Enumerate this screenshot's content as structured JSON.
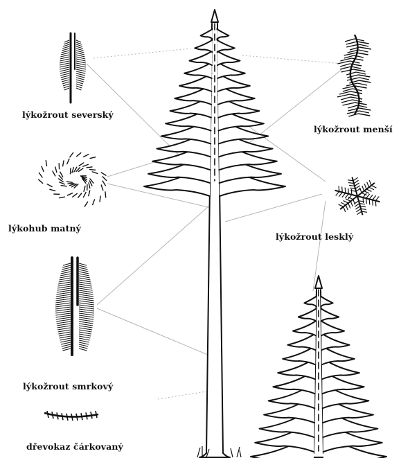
{
  "labels": {
    "beetle_1": "lýkožrout severský",
    "beetle_2": "lýkožrout menší",
    "beetle_3": "lýkohub matný",
    "beetle_4": "lýkožrout lesklý",
    "beetle_5": "lýkožrout smrkový",
    "beetle_6": "dřevokaz čárkovaný"
  },
  "icons": {
    "big_tree": "spruce-tree-icon",
    "small_tree": "spruce-tree-icon",
    "gallery": "bark-beetle-gallery-icon"
  },
  "colors": {
    "ink": "#111111",
    "leader_line": "#b5b5b5",
    "background": "#ffffff"
  }
}
